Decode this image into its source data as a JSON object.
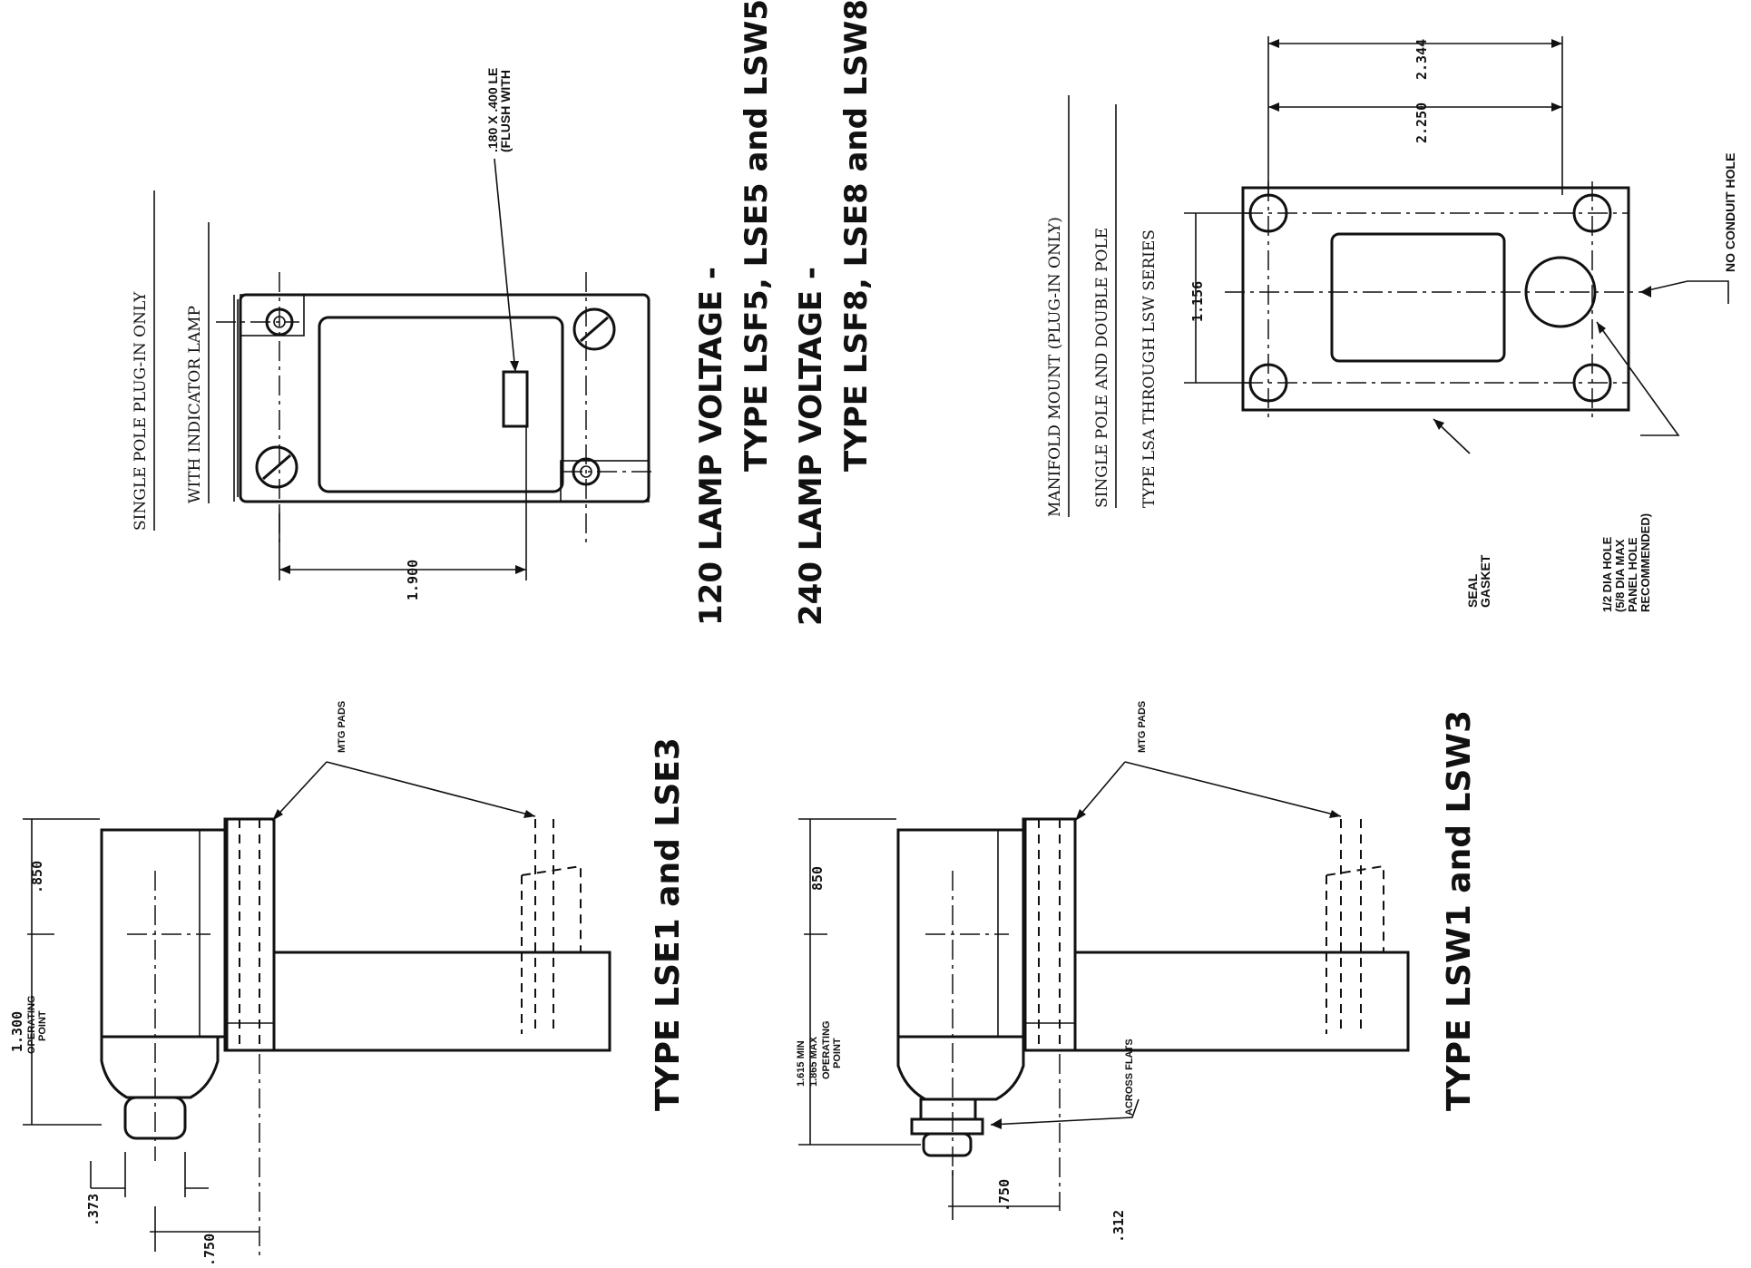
{
  "drawing": {
    "lse": {
      "title": "TYPE LSE1 and LSE3",
      "dim_300": "1.300",
      "dim_op": "OPERATING",
      "dim_point": "POINT",
      "dim_850": ".850",
      "dim_373": ".373",
      "dim_750": ".750",
      "mtg_pads": "MTG PADS"
    },
    "lsw": {
      "title": "TYPE LSW1 and LSW3",
      "dim_min": "1.615 MIN",
      "dim_max": "1.865 MAX",
      "dim_op": "OPERATING",
      "dim_point": "POINT",
      "dim_850": "850",
      "dim_750": ".750",
      "dim_312": ".312",
      "across_flats": "ACROSS FLATS",
      "mtg_pads": "MTG PADS"
    },
    "lamp": {
      "caption1": "SINGLE POLE PLUG-IN ONLY",
      "caption2": "WITH INDICATOR LAMP",
      "lens_note1": ".180 X .400 LE",
      "lens_note2": "(FLUSH WITH",
      "dim_900": "1.900",
      "voltage120_line1": "120 LAMP VOLTAGE -",
      "voltage120_line2": "TYPE LSF5, LSE5 and LSW5",
      "voltage240_line1": "240 LAMP VOLTAGE -",
      "voltage240_line2": "TYPE LSF8, LSE8 and LSW8"
    },
    "manifold": {
      "caption1": "MANIFOLD MOUNT (PLUG-IN ONLY)",
      "caption2": "SINGLE POLE AND DOUBLE POLE",
      "caption3": "TYPE LSA THROUGH LSW SERIES",
      "dim_344": "2.344",
      "dim_250": "2.250",
      "dim_156": "1.156",
      "seal": "SEAL",
      "gasket": "GASKET",
      "hole1": "1/2 DIA HOLE",
      "hole2": "(5/8 DIA MAX",
      "hole3": "PANEL HOLE",
      "hole4": "RECOMMENDED)",
      "no_conduit": "NO CONDUIT HOLE"
    }
  }
}
